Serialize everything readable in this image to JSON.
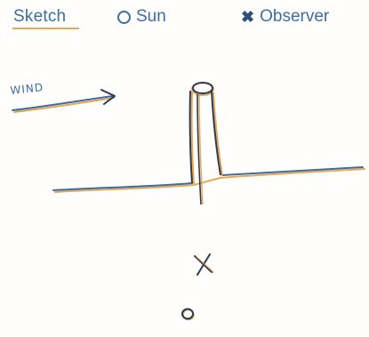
{
  "legend": {
    "title": "Sketch",
    "sun_label": "Sun",
    "observer_label": "Observer"
  },
  "sketch": {
    "wind_label": "WIND",
    "observer_mark": "X",
    "colors": {
      "ink_blue": "#3a6ea5",
      "ink_dark": "#2a3b55",
      "accent_orange": "#e39a3a"
    }
  }
}
